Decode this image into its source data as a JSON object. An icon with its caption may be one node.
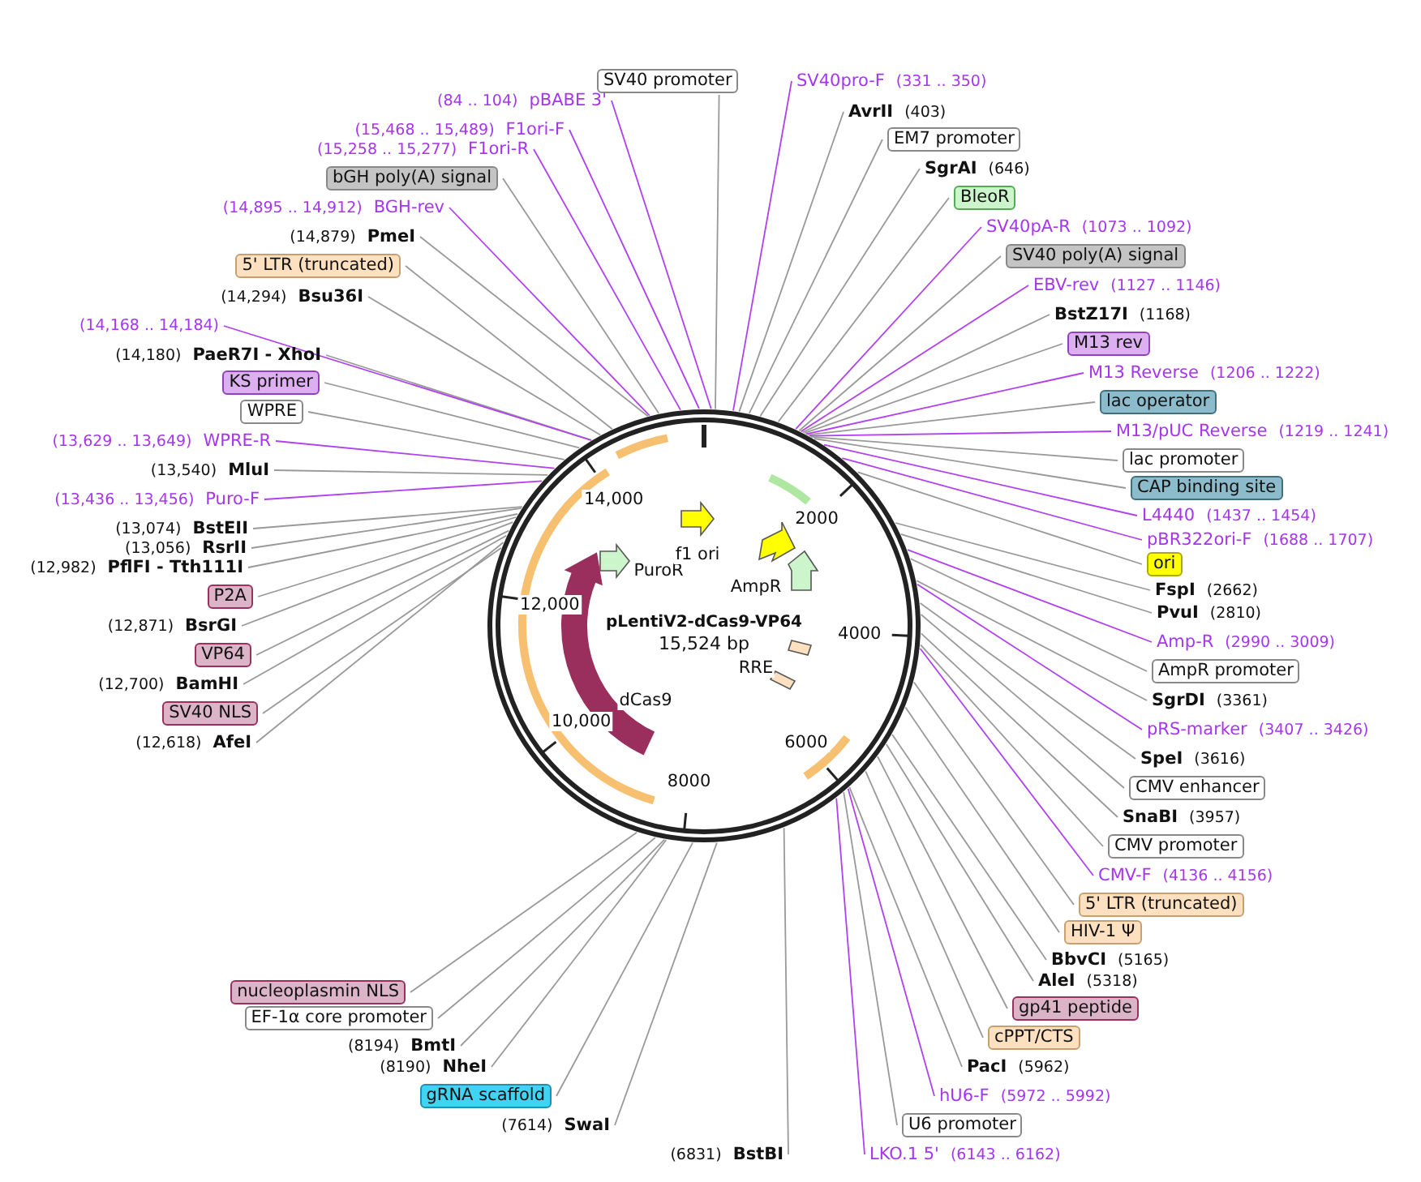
{
  "diagram": {
    "nodes": [
      {
        "text": [
          "pLentiV2-dCas9-VP64",
          "15,524 bp"
        ]
      },
      {
        "text": [
          "SV40 promoter"
        ]
      },
      {
        "text": [
          "SV40pro-F",
          "(331 .. 350)"
        ]
      },
      {
        "text": [
          "AvrII",
          "(403)"
        ]
      },
      {
        "text": [
          "EM7 promoter"
        ]
      },
      {
        "text": [
          "SgrAI",
          "(646)"
        ]
      },
      {
        "text": [
          "BleoR"
        ]
      },
      {
        "text": [
          "SV40pA-R",
          "(1073 .. 1092)"
        ]
      },
      {
        "text": [
          "SV40 poly(A) signal"
        ]
      },
      {
        "text": [
          "EBV-rev",
          "(1127 .. 1146)"
        ]
      },
      {
        "text": [
          "BstZ17I",
          "(1168)"
        ]
      },
      {
        "text": [
          "M13 rev"
        ]
      },
      {
        "text": [
          "M13 Reverse",
          "(1206 .. 1222)"
        ]
      },
      {
        "text": [
          "lac operator"
        ]
      },
      {
        "text": [
          "M13/pUC Reverse",
          "(1219 .. 1241)"
        ]
      },
      {
        "text": [
          "lac promoter"
        ]
      },
      {
        "text": [
          "CAP binding site"
        ]
      },
      {
        "text": [
          "L4440",
          "(1437 .. 1454)"
        ]
      },
      {
        "text": [
          "pBR322ori-F",
          "(1688 .. 1707)"
        ]
      },
      {
        "text": [
          "ori"
        ]
      },
      {
        "text": [
          "FspI",
          "(2662)"
        ]
      },
      {
        "text": [
          "PvuI",
          "(2810)"
        ]
      },
      {
        "text": [
          "Amp-R",
          "(2990 .. 3009)"
        ]
      },
      {
        "text": [
          "AmpR promoter"
        ]
      },
      {
        "text": [
          "SgrDI",
          "(3361)"
        ]
      },
      {
        "text": [
          "pRS-marker",
          "(3407 .. 3426)"
        ]
      },
      {
        "text": [
          "SpeI",
          "(3616)"
        ]
      },
      {
        "text": [
          "CMV enhancer"
        ]
      },
      {
        "text": [
          "SnaBI",
          "(3957)"
        ]
      },
      {
        "text": [
          "CMV promoter"
        ]
      },
      {
        "text": [
          "CMV-F",
          "(4136 .. 4156)"
        ]
      },
      {
        "text": [
          "5' LTR (truncated)"
        ]
      },
      {
        "text": [
          "HIV-1 Ψ"
        ]
      },
      {
        "text": [
          "BbvCI",
          "(5165)"
        ]
      },
      {
        "text": [
          "AleI",
          "(5318)"
        ]
      },
      {
        "text": [
          "gp41 peptide"
        ]
      },
      {
        "text": [
          "cPPT/CTS"
        ]
      },
      {
        "text": [
          "PacI",
          "(5962)"
        ]
      },
      {
        "text": [
          "hU6-F",
          "(5972 .. 5992)"
        ]
      },
      {
        "text": [
          "U6 promoter"
        ]
      },
      {
        "text": [
          "LKO.1 5'",
          "(6143 .. 6162)"
        ]
      },
      {
        "text": [
          "(6831)",
          "BstBI"
        ]
      },
      {
        "text": [
          "(7614)",
          "SwaI"
        ]
      },
      {
        "text": [
          "gRNA scaffold"
        ]
      },
      {
        "text": [
          "(8190)",
          "NheI"
        ]
      },
      {
        "text": [
          "(8194)",
          "BmtI"
        ]
      },
      {
        "text": [
          "EF-1α core promoter"
        ]
      },
      {
        "text": [
          "nucleoplasmin NLS"
        ]
      },
      {
        "text": [
          "(12,618)",
          "AfeI"
        ]
      },
      {
        "text": [
          "SV40 NLS"
        ]
      },
      {
        "text": [
          "(12,700)",
          "BamHI"
        ]
      },
      {
        "text": [
          "VP64"
        ]
      },
      {
        "text": [
          "(12,871)",
          "BsrGI"
        ]
      },
      {
        "text": [
          "P2A"
        ]
      },
      {
        "text": [
          "(12,982)",
          "PflFI - Tth111I"
        ]
      },
      {
        "text": [
          "(13,056)",
          "RsrII"
        ]
      },
      {
        "text": [
          "(13,074)",
          "BstEII"
        ]
      },
      {
        "text": [
          "(13,436 .. 13,456)",
          "Puro-F"
        ]
      },
      {
        "text": [
          "(13,540)",
          "MluI"
        ]
      },
      {
        "text": [
          "(13,629 .. 13,649)",
          "WPRE-R"
        ]
      },
      {
        "text": [
          "WPRE"
        ]
      },
      {
        "text": [
          "KS primer"
        ]
      },
      {
        "text": [
          "(14,180)",
          "PaeR7I - XhoI"
        ]
      },
      {
        "text": [
          "(14,168 .. 14,184)"
        ]
      },
      {
        "text": [
          "(14,294)",
          "Bsu36I"
        ]
      },
      {
        "text": [
          "5' LTR (truncated)"
        ]
      },
      {
        "text": [
          "(14,879)",
          "PmeI"
        ]
      },
      {
        "text": [
          "(14,895 .. 14,912)",
          "BGH-rev"
        ]
      },
      {
        "text": [
          "bGH poly(A) signal"
        ]
      },
      {
        "text": [
          "(15,258 .. 15,277)",
          "F1ori-R"
        ]
      },
      {
        "text": [
          "(15,468 .. 15,489)",
          "F1ori-F"
        ]
      },
      {
        "text": [
          "(84 .. 104)",
          "pBABE 3'"
        ]
      }
    ],
    "edges": [
      {
        "from": 1,
        "to": 0,
        "arrow": "none"
      },
      {
        "from": 2,
        "to": 0,
        "arrow": "none",
        "color": "#b040f0"
      },
      {
        "from": 3,
        "to": 0,
        "arrow": "none"
      },
      {
        "from": 4,
        "to": 0,
        "arrow": "none"
      },
      {
        "from": 5,
        "to": 0,
        "arrow": "none"
      },
      {
        "from": 6,
        "to": 0,
        "arrow": "none"
      },
      {
        "from": 7,
        "to": 0,
        "arrow": "none",
        "color": "#b040f0"
      },
      {
        "from": 8,
        "to": 0,
        "arrow": "none"
      },
      {
        "from": 9,
        "to": 0,
        "arrow": "none",
        "color": "#b040f0"
      },
      {
        "from": 10,
        "to": 0,
        "arrow": "none"
      },
      {
        "from": 11,
        "to": 0,
        "arrow": "none"
      },
      {
        "from": 12,
        "to": 0,
        "arrow": "none",
        "color": "#b040f0"
      },
      {
        "from": 13,
        "to": 0,
        "arrow": "none"
      },
      {
        "from": 14,
        "to": 0,
        "arrow": "none",
        "color": "#b040f0"
      },
      {
        "from": 15,
        "to": 0,
        "arrow": "none"
      },
      {
        "from": 16,
        "to": 0,
        "arrow": "none"
      },
      {
        "from": 17,
        "to": 0,
        "arrow": "none",
        "color": "#b040f0"
      },
      {
        "from": 18,
        "to": 0,
        "arrow": "none",
        "color": "#b040f0"
      },
      {
        "from": 19,
        "to": 0,
        "arrow": "none"
      },
      {
        "from": 20,
        "to": 0,
        "arrow": "none"
      },
      {
        "from": 21,
        "to": 0,
        "arrow": "none"
      },
      {
        "from": 22,
        "to": 0,
        "arrow": "none",
        "color": "#b040f0"
      },
      {
        "from": 23,
        "to": 0,
        "arrow": "none"
      },
      {
        "from": 24,
        "to": 0,
        "arrow": "none"
      },
      {
        "from": 25,
        "to": 0,
        "arrow": "none",
        "color": "#b040f0"
      },
      {
        "from": 26,
        "to": 0,
        "arrow": "none"
      },
      {
        "from": 27,
        "to": 0,
        "arrow": "none"
      },
      {
        "from": 28,
        "to": 0,
        "arrow": "none"
      },
      {
        "from": 29,
        "to": 0,
        "arrow": "none"
      },
      {
        "from": 30,
        "to": 0,
        "arrow": "none",
        "color": "#b040f0"
      },
      {
        "from": 31,
        "to": 0,
        "arrow": "none"
      },
      {
        "from": 32,
        "to": 0,
        "arrow": "none"
      },
      {
        "from": 33,
        "to": 0,
        "arrow": "none"
      },
      {
        "from": 34,
        "to": 0,
        "arrow": "none"
      },
      {
        "from": 35,
        "to": 0,
        "arrow": "none"
      },
      {
        "from": 36,
        "to": 0,
        "arrow": "none"
      },
      {
        "from": 37,
        "to": 0,
        "arrow": "none"
      },
      {
        "from": 38,
        "to": 0,
        "arrow": "none",
        "color": "#b040f0"
      },
      {
        "from": 39,
        "to": 0,
        "arrow": "none"
      },
      {
        "from": 40,
        "to": 0,
        "arrow": "none",
        "color": "#b040f0"
      },
      {
        "from": 41,
        "to": 0,
        "arrow": "none"
      },
      {
        "from": 42,
        "to": 0,
        "arrow": "none"
      },
      {
        "from": 43,
        "to": 0,
        "arrow": "none"
      },
      {
        "from": 44,
        "to": 0,
        "arrow": "none"
      },
      {
        "from": 45,
        "to": 0,
        "arrow": "none"
      },
      {
        "from": 46,
        "to": 0,
        "arrow": "none"
      },
      {
        "from": 47,
        "to": 0,
        "arrow": "none"
      },
      {
        "from": 48,
        "to": 0,
        "arrow": "none"
      },
      {
        "from": 49,
        "to": 0,
        "arrow": "none"
      },
      {
        "from": 50,
        "to": 0,
        "arrow": "none"
      },
      {
        "from": 51,
        "to": 0,
        "arrow": "none"
      },
      {
        "from": 52,
        "to": 0,
        "arrow": "none"
      },
      {
        "from": 53,
        "to": 0,
        "arrow": "none"
      },
      {
        "from": 54,
        "to": 0,
        "arrow": "none"
      },
      {
        "from": 55,
        "to": 0,
        "arrow": "none"
      },
      {
        "from": 56,
        "to": 0,
        "arrow": "none"
      },
      {
        "from": 57,
        "to": 0,
        "arrow": "none",
        "color": "#b040f0"
      },
      {
        "from": 58,
        "to": 0,
        "arrow": "none"
      },
      {
        "from": 59,
        "to": 0,
        "arrow": "none",
        "color": "#b040f0"
      },
      {
        "from": 60,
        "to": 0,
        "arrow": "none"
      },
      {
        "from": 61,
        "to": 0,
        "arrow": "none"
      },
      {
        "from": 62,
        "to": 0,
        "arrow": "none"
      },
      {
        "from": 63,
        "to": 0,
        "arrow": "none",
        "color": "#b040f0"
      },
      {
        "from": 64,
        "to": 0,
        "arrow": "none"
      },
      {
        "from": 65,
        "to": 0,
        "arrow": "none"
      },
      {
        "from": 66,
        "to": 0,
        "arrow": "none"
      },
      {
        "from": 67,
        "to": 0,
        "arrow": "none",
        "color": "#b040f0"
      },
      {
        "from": 68,
        "to": 0,
        "arrow": "none"
      },
      {
        "from": 69,
        "to": 0,
        "arrow": "none",
        "color": "#b040f0"
      },
      {
        "from": 70,
        "to": 0,
        "arrow": "none",
        "color": "#b040f0"
      },
      {
        "from": 71,
        "to": 0,
        "arrow": "none",
        "color": "#b040f0"
      }
    ],
    "labels": [
      "14,000",
      "2000",
      "PuroR",
      "f1 ori",
      "AmpR",
      "12,000",
      "4000",
      "dCas9",
      "RRE",
      "10,000",
      "6000",
      "8000"
    ]
  }
}
